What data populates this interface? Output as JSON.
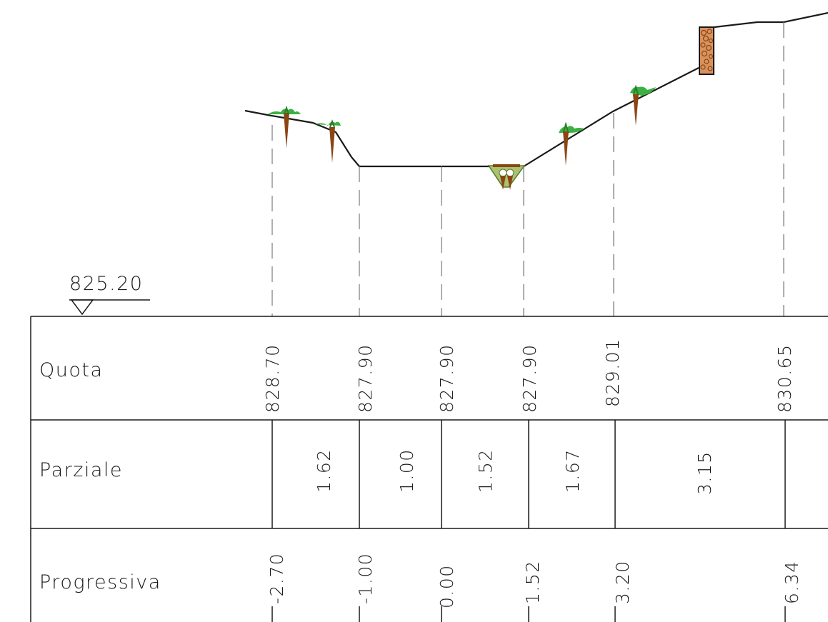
{
  "datum_elevation": "825.20",
  "rows": {
    "quota_label": "Quota",
    "parziale_label": "Parziale",
    "progressiva_label": "Progressiva"
  },
  "quote": [
    "828.70",
    "827.90",
    "827.90",
    "827.90",
    "829.01",
    "830.65"
  ],
  "parziali": [
    "1.62",
    "1.00",
    "1.52",
    "1.67",
    "3.15"
  ],
  "progressive": [
    "-2.70",
    "-1.00",
    "0.00",
    "1.52",
    "3.20",
    "6.34"
  ],
  "colors": {
    "line": "#1a1a1a",
    "guide": "#7a7a7a",
    "vegetation": "#3cb043",
    "stake": "#8b4513",
    "gabion_fill": "#d8925c"
  }
}
